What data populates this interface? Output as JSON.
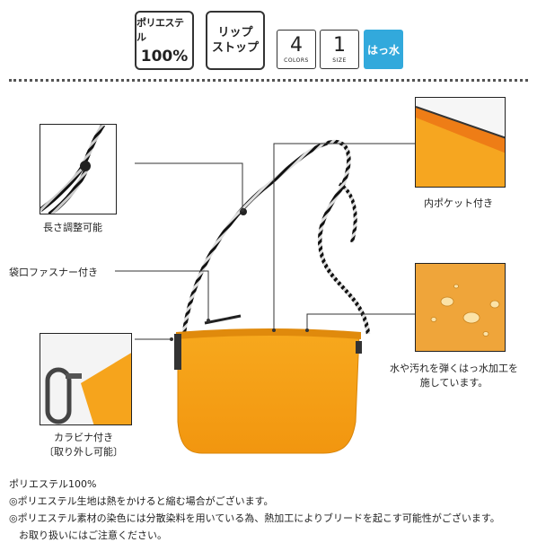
{
  "badges": {
    "material_line1": "ポリエステル",
    "material_line2": "100%",
    "fabric_line1": "リップ",
    "fabric_line2": "ストップ",
    "colors_number": "4",
    "colors_label": "COLORS",
    "size_number": "1",
    "size_label": "SIZE",
    "water_repellent": "はっ水"
  },
  "callouts": {
    "length_adjustable": "長さ調整可能",
    "inner_pocket": "内ポケット付き",
    "zipper": "袋口ファスナー付き",
    "water_line1": "水や汚れを弾くはっ水加工を",
    "water_line2": "施しています。",
    "carabiner_line1": "カラビナ付き",
    "carabiner_line2": "〔取り外し可能〕"
  },
  "notes": {
    "line1": "ポリエステル100%",
    "line2": "◎ポリエステル生地は熱をかけると縮む場合がございます。",
    "line3": "◎ポリエステル素材の染色には分散染料を用いている為、熱加工によりブリードを起こす可能性がございます。",
    "line4": "　お取り扱いにはご注意ください。"
  },
  "colors": {
    "bag_orange": "#f5a21b",
    "water_badge": "#32a9dc"
  }
}
